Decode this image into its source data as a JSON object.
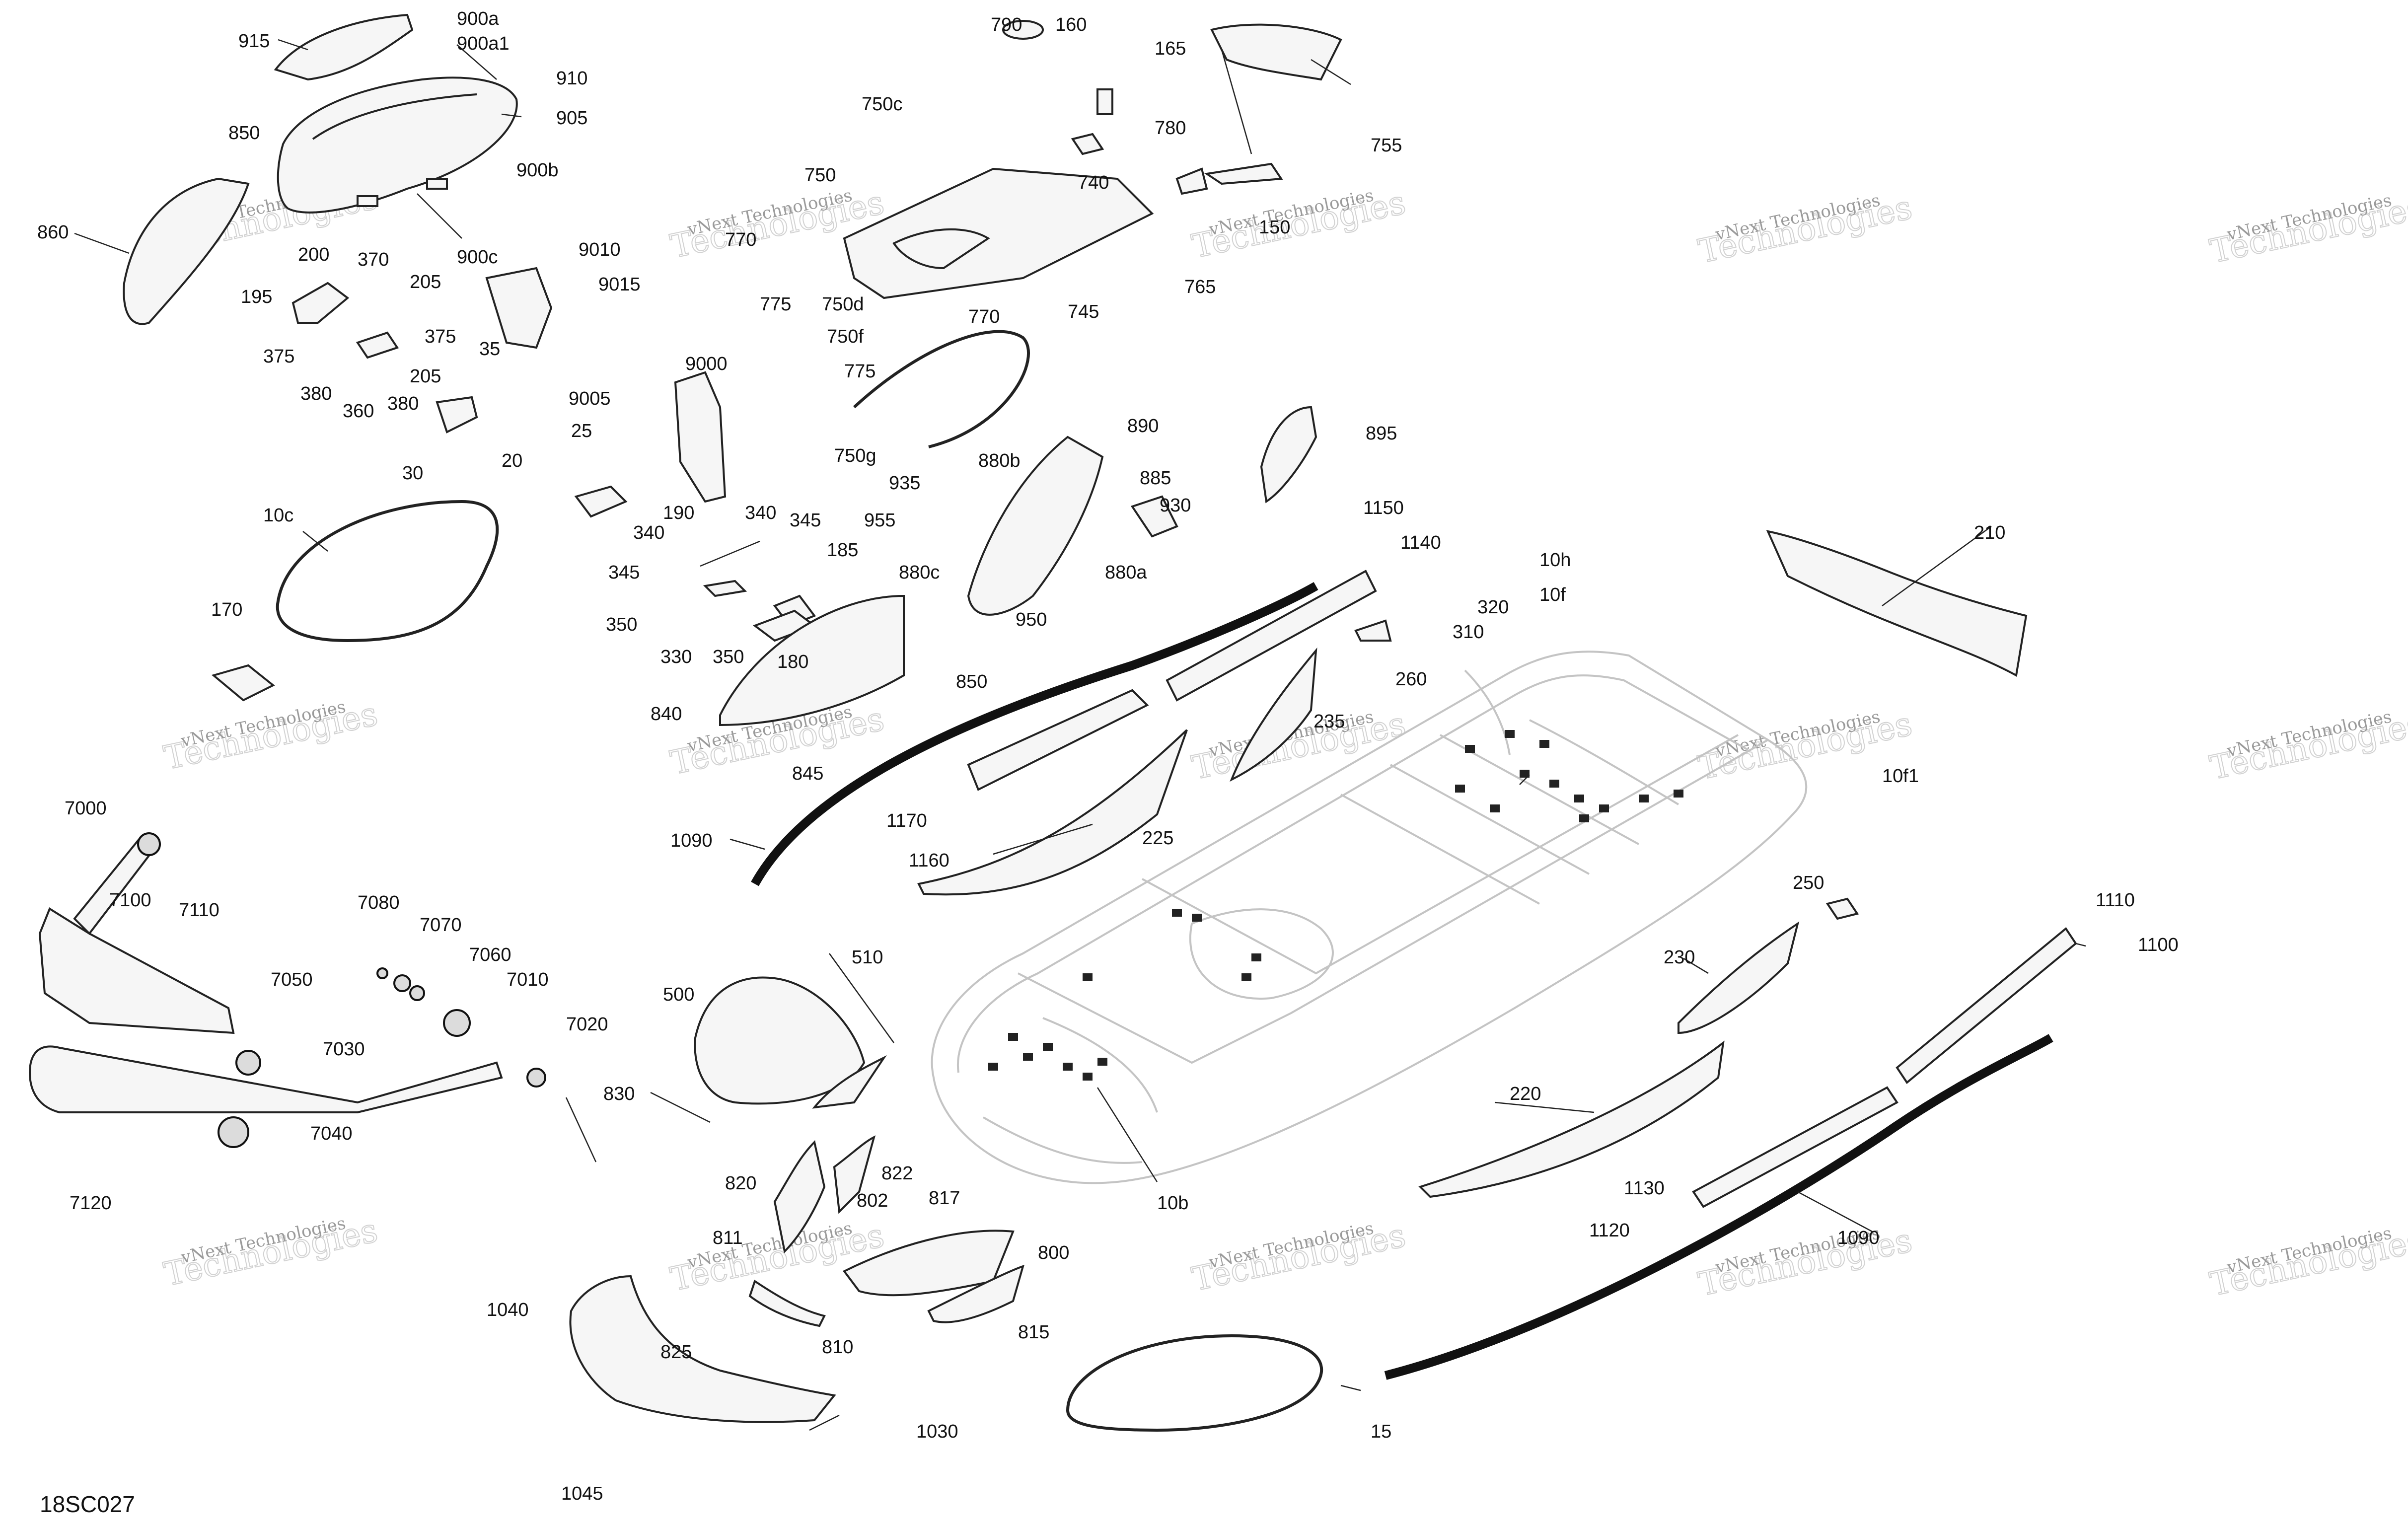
{
  "diagram_code": "18SC027",
  "watermark": {
    "line1": "vNext Technologies",
    "line2": "Technologies"
  },
  "callouts": [
    "915",
    "900a",
    "900a1",
    "910",
    "905",
    "900b",
    "850",
    "860",
    "900c",
    "200",
    "195",
    "370",
    "205",
    "375",
    "375",
    "380",
    "360",
    "380",
    "205",
    "35",
    "30",
    "9010",
    "9015",
    "9005",
    "9000",
    "25",
    "20",
    "790",
    "160",
    "165",
    "750c",
    "780",
    "750",
    "770",
    "740",
    "150",
    "775",
    "750d",
    "750f",
    "770",
    "745",
    "765",
    "755",
    "775",
    "750g",
    "890",
    "935",
    "880b",
    "885",
    "955",
    "930",
    "895",
    "880c",
    "880a",
    "950",
    "1150",
    "1140",
    "190",
    "340",
    "345",
    "340",
    "345",
    "185",
    "350",
    "330",
    "350",
    "180",
    "850",
    "840",
    "845",
    "10c",
    "170",
    "10h",
    "10f",
    "320",
    "310",
    "260",
    "210",
    "235",
    "1090",
    "1170",
    "1160",
    "225",
    "10f1",
    "7000",
    "7100",
    "7110",
    "7080",
    "7070",
    "7060",
    "7010",
    "7050",
    "7030",
    "7020",
    "7040",
    "7120",
    "500",
    "510",
    "830",
    "820",
    "822",
    "802",
    "817",
    "800",
    "811",
    "810",
    "815",
    "1040",
    "825",
    "1030",
    "1045",
    "15",
    "250",
    "1110",
    "1100",
    "230",
    "220",
    "10b",
    "1130",
    "1120",
    "1090"
  ]
}
